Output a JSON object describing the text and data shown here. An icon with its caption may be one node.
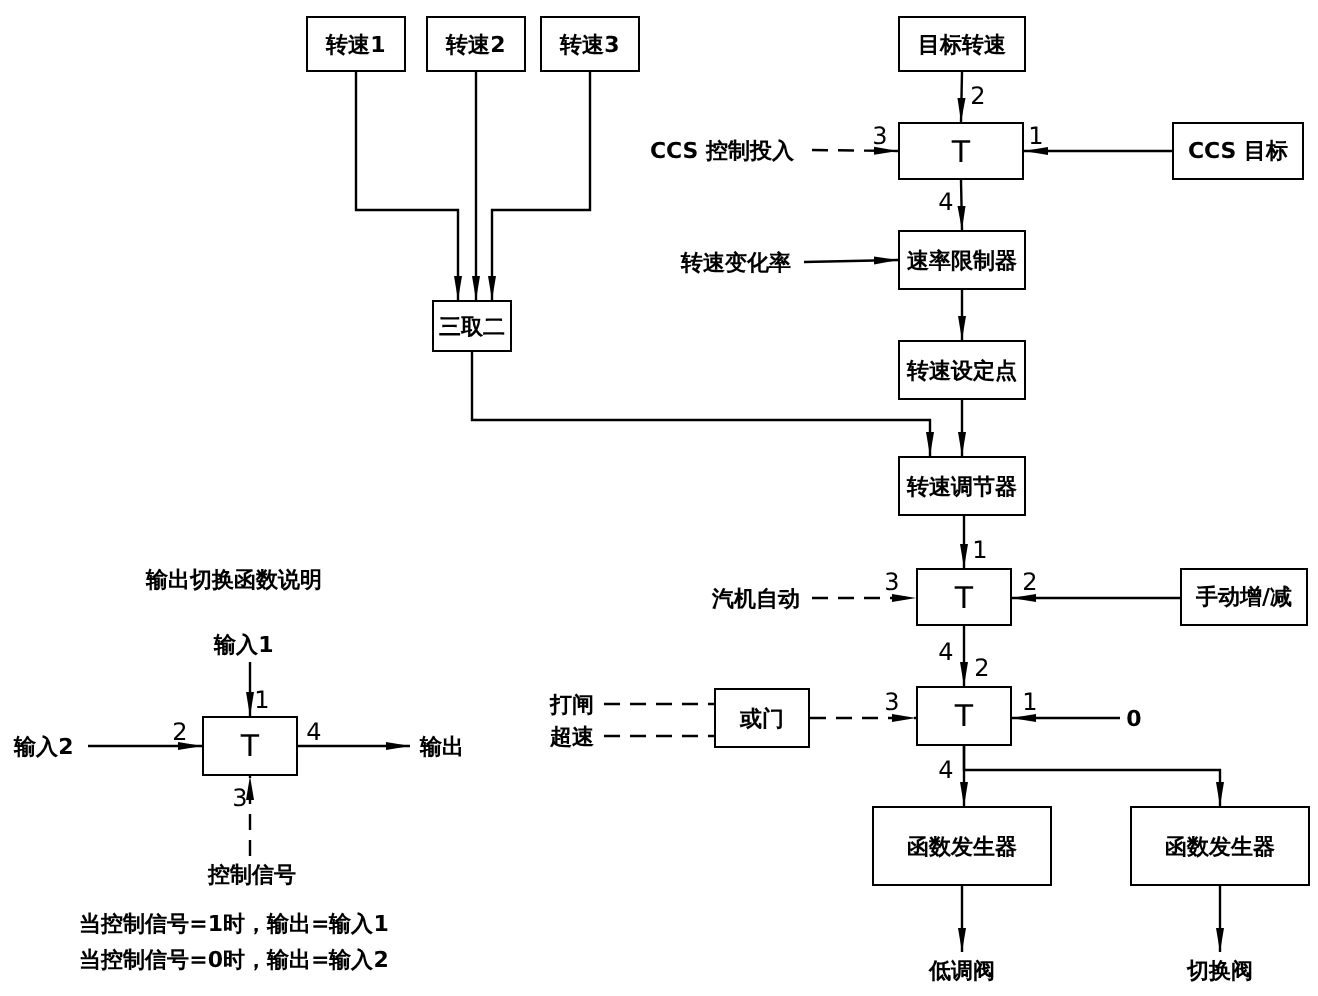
{
  "diagram": {
    "nodes": [
      {
        "text": [
          "转速1"
        ]
      },
      {
        "text": [
          "转速2"
        ]
      },
      {
        "text": [
          "转速3"
        ]
      },
      {
        "text": [
          "三取二"
        ]
      },
      {
        "text": [
          "目标转速"
        ]
      },
      {
        "text": [
          "T"
        ]
      },
      {
        "text": [
          "CCS 控制投入"
        ]
      },
      {
        "text": [
          "CCS 目标"
        ]
      },
      {
        "text": [
          "转速变化率"
        ]
      },
      {
        "text": [
          "速率限制器"
        ]
      },
      {
        "text": [
          "转速设定点"
        ]
      },
      {
        "text": [
          "转速调节器"
        ]
      },
      {
        "text": [
          "T"
        ]
      },
      {
        "text": [
          "汽机自动"
        ]
      },
      {
        "text": [
          "手动增/减"
        ]
      },
      {
        "text": [
          "T"
        ]
      },
      {
        "text": [
          "打闸"
        ]
      },
      {
        "text": [
          "超速"
        ]
      },
      {
        "text": [
          "或门"
        ]
      },
      {
        "text": [
          "0"
        ]
      },
      {
        "text": [
          "函数发生器"
        ]
      },
      {
        "text": [
          "函数发生器"
        ]
      },
      {
        "text": [
          "低调阀"
        ]
      },
      {
        "text": [
          "切换阀"
        ]
      },
      {
        "text": [
          "T"
        ]
      },
      {
        "text": [
          "输入1"
        ]
      },
      {
        "text": [
          "输入2"
        ]
      },
      {
        "text": [
          "输出"
        ]
      },
      {
        "text": [
          "控制信号"
        ]
      }
    ],
    "edges": [
      {
        "from": 0,
        "to": 3,
        "arrow": "to"
      },
      {
        "from": 1,
        "to": 3,
        "arrow": "to"
      },
      {
        "from": 2,
        "to": 3,
        "arrow": "to"
      },
      {
        "from": 3,
        "to": 11,
        "arrow": "to"
      },
      {
        "from": 4,
        "to": 5,
        "arrow": "to"
      },
      {
        "from": 6,
        "to": 5,
        "arrow": "to",
        "style": "dashed"
      },
      {
        "from": 7,
        "to": 5,
        "arrow": "to"
      },
      {
        "from": 5,
        "to": 9,
        "arrow": "to"
      },
      {
        "from": 8,
        "to": 9,
        "arrow": "to"
      },
      {
        "from": 9,
        "to": 10,
        "arrow": "to"
      },
      {
        "from": 10,
        "to": 11,
        "arrow": "to"
      },
      {
        "from": 11,
        "to": 12,
        "arrow": "to"
      },
      {
        "from": 13,
        "to": 12,
        "arrow": "to",
        "style": "dashed"
      },
      {
        "from": 14,
        "to": 12,
        "arrow": "to"
      },
      {
        "from": 12,
        "to": 15,
        "arrow": "to"
      },
      {
        "from": 16,
        "to": 18,
        "arrow": "none",
        "style": "dashed"
      },
      {
        "from": 17,
        "to": 18,
        "arrow": "none",
        "style": "dashed"
      },
      {
        "from": 18,
        "to": 15,
        "arrow": "to",
        "style": "dashed"
      },
      {
        "from": 19,
        "to": 15,
        "arrow": "to"
      },
      {
        "from": 15,
        "to": 20,
        "arrow": "to"
      },
      {
        "from": 15,
        "to": 21,
        "arrow": "to"
      },
      {
        "from": 20,
        "to": 22,
        "arrow": "to"
      },
      {
        "from": 21,
        "to": 23,
        "arrow": "to"
      },
      {
        "from": 25,
        "to": 24,
        "arrow": "to"
      },
      {
        "from": 26,
        "to": 24,
        "arrow": "to"
      },
      {
        "from": 24,
        "to": 27,
        "arrow": "to"
      },
      {
        "from": 28,
        "to": 24,
        "arrow": "to",
        "style": "dashed"
      }
    ],
    "labels": [
      "2",
      "3",
      "1",
      "4",
      "1",
      "输出切换函数说明",
      "3",
      "2",
      "4",
      "2",
      "1",
      "3",
      "1",
      "2",
      "4",
      "4",
      "3",
      "当控制信号=1时，输出=输入1",
      "当控制信号=0时，输出=输入2"
    ]
  }
}
